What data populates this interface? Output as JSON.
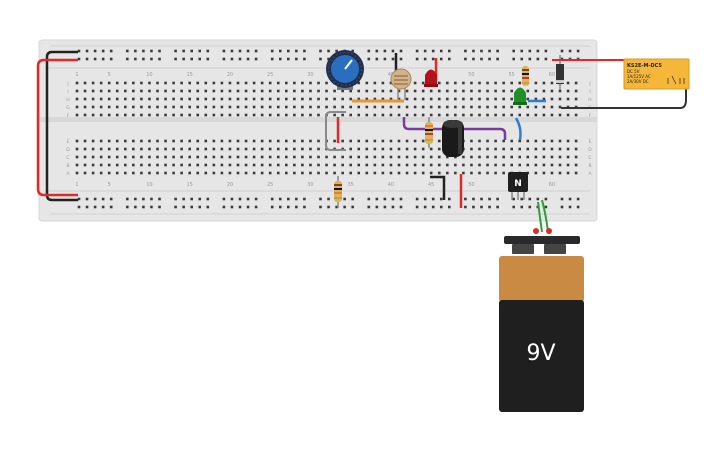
{
  "breadboard": {
    "column_numbers": [
      "1",
      "5",
      "10",
      "15",
      "20",
      "25",
      "30",
      "35",
      "40",
      "45",
      "50",
      "55",
      "60"
    ],
    "row_letters_top": [
      "J",
      "I",
      "H",
      "G",
      "F"
    ],
    "row_letters_bottom": [
      "E",
      "D",
      "C",
      "B",
      "A"
    ]
  },
  "relay": {
    "model": "KS2E-M-DC5",
    "line1": "DC 5V",
    "line2": "1A/125V AC",
    "line3": "2A/30V DC",
    "color": "#f4b73a"
  },
  "transistor": {
    "label": "N"
  },
  "battery": {
    "label": "9V",
    "top_color": "#c98a44",
    "body_color": "#1f1f1f"
  },
  "colors": {
    "wire_red": "#e02a2a",
    "wire_black": "#222222",
    "wire_blue": "#2a7fd4",
    "wire_purple": "#7a3b9a",
    "wire_orange": "#e8962e",
    "wire_green": "#2e9d3a",
    "wire_gray": "#8a8a8a",
    "led_red": "#b5121b",
    "led_green": "#1f8f2a"
  }
}
